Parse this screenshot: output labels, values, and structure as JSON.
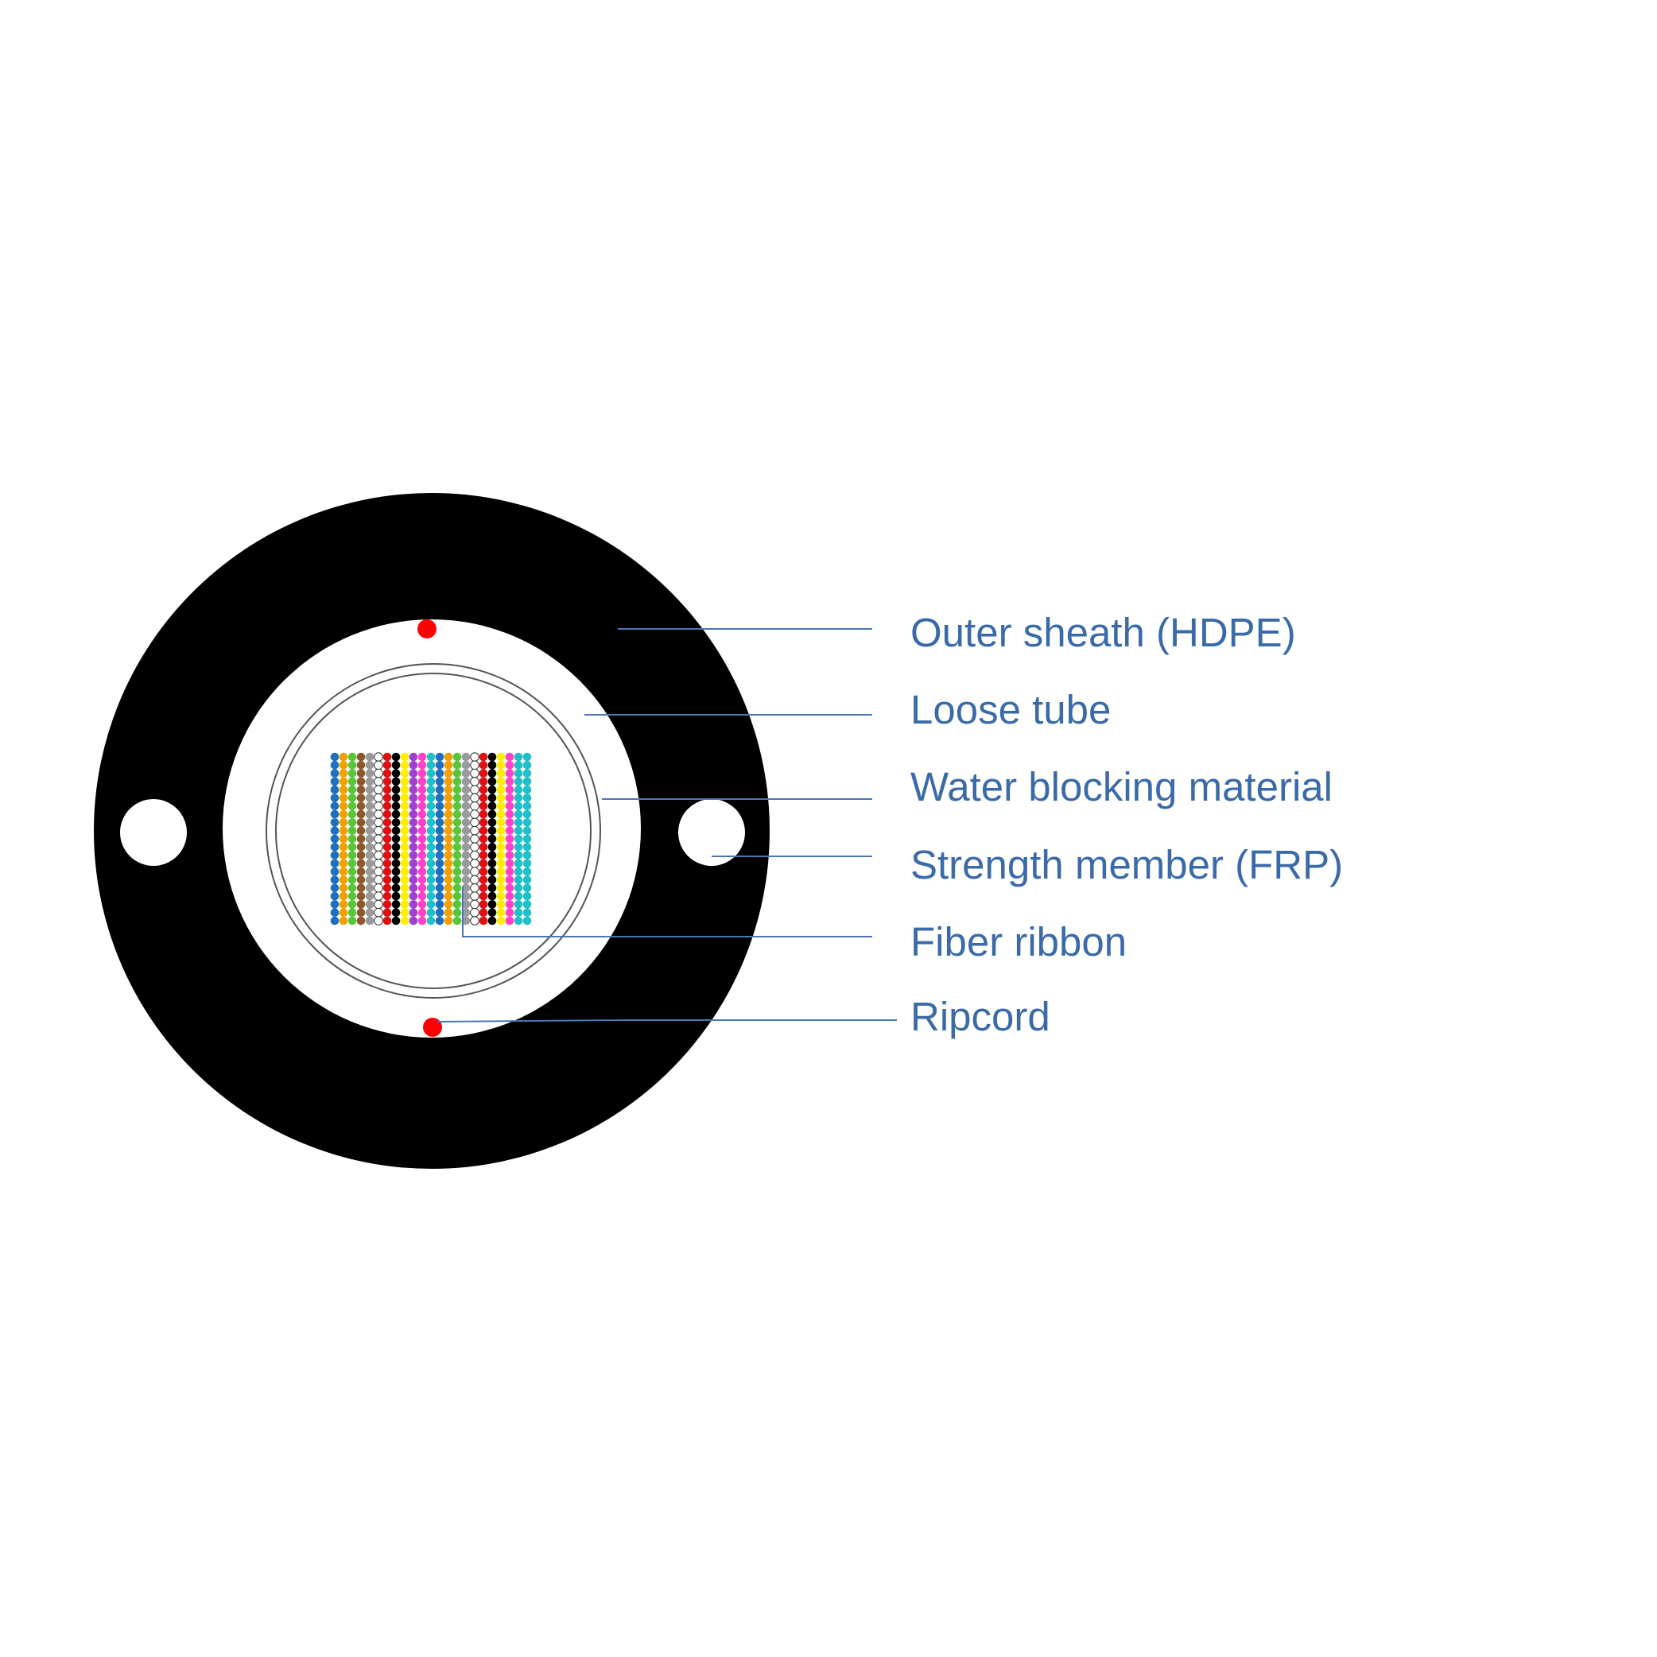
{
  "colors": {
    "background": "#ffffff",
    "sheath": "#000000",
    "label_text": "#3a6aa8",
    "leader_line": "#4a78b4",
    "ripcord": "#ff0000"
  },
  "fiber_colors": [
    "#1f6fc0",
    "#f2a000",
    "#55c83a",
    "#8b5a2b",
    "#9a9a9a",
    "#ffffff",
    "#e01010",
    "#000000",
    "#ffee00",
    "#a040d0",
    "#ff40c8",
    "#20c0c8"
  ],
  "ribbon": {
    "fibers_per_column": 21,
    "column_color_sequence": [
      0,
      1,
      2,
      3,
      4,
      5,
      6,
      7,
      8,
      9,
      10,
      11,
      0,
      1,
      2,
      4,
      5,
      6,
      7,
      8,
      10,
      11,
      11
    ]
  },
  "labels": [
    {
      "id": "outer-sheath",
      "text": "Outer sheath (HDPE)"
    },
    {
      "id": "loose-tube",
      "text": "Loose tube"
    },
    {
      "id": "water-blocking",
      "text": "Water blocking material"
    },
    {
      "id": "strength-member",
      "text": "Strength member (FRP)"
    },
    {
      "id": "fiber-ribbon",
      "text": "Fiber ribbon"
    },
    {
      "id": "ripcord",
      "text": "Ripcord"
    }
  ]
}
